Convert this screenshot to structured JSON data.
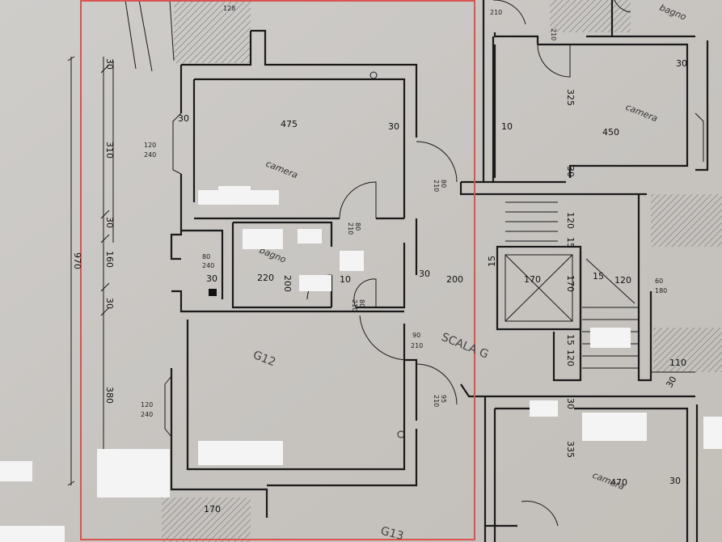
{
  "dims": {
    "d475": "475",
    "d30a": "30",
    "d30b": "30",
    "d30c": "30",
    "d30d": "30",
    "d30e": "30",
    "d30f": "30",
    "d30g": "30",
    "d30h": "30",
    "d30i": "30",
    "d30j": "30",
    "d310": "310",
    "d970": "970",
    "d160": "160",
    "d380": "380",
    "d220": "220",
    "d200a": "200",
    "d200b": "200",
    "d10a": "10",
    "d10b": "10",
    "d450": "450",
    "d325": "325",
    "d170a": "170",
    "d170b": "170",
    "d170c": "170",
    "d120a": "120",
    "d120b": "120",
    "d120c": "120",
    "d15a": "15",
    "d15b": "15",
    "d15c": "15",
    "d15d": "15",
    "d110": "110",
    "d335": "335",
    "d470": "470",
    "d128": "128"
  },
  "openings": {
    "w120_240a": "120",
    "w120_240a_h": "240",
    "w120_240b": "120",
    "w120_240b_h": "240",
    "w80_240": "80",
    "w80_240_h": "240",
    "w60_180": "60",
    "w60_180_h": "180",
    "door90_210": "90",
    "door90_210_h": "210",
    "door80_210a": "80",
    "door80_210b": "80",
    "door80_210c": "80",
    "h210a": "210",
    "h210b": "210",
    "h210c": "210",
    "h210d": "210",
    "h210e": "210",
    "d95_210": "95",
    "d95_210_h": "210"
  },
  "rooms": {
    "camera_a": "camera",
    "camera_b": "camera",
    "camera_c": "camera",
    "bagno_a": "bagno",
    "bagno_b": "bagno",
    "unit_g12": "G12",
    "unit_g13": "G13",
    "stair": "SCALA G"
  },
  "colors": {
    "highlight_border": "#d9534f",
    "paper": "#c9c7c4",
    "ink": "#1a1a1a"
  }
}
